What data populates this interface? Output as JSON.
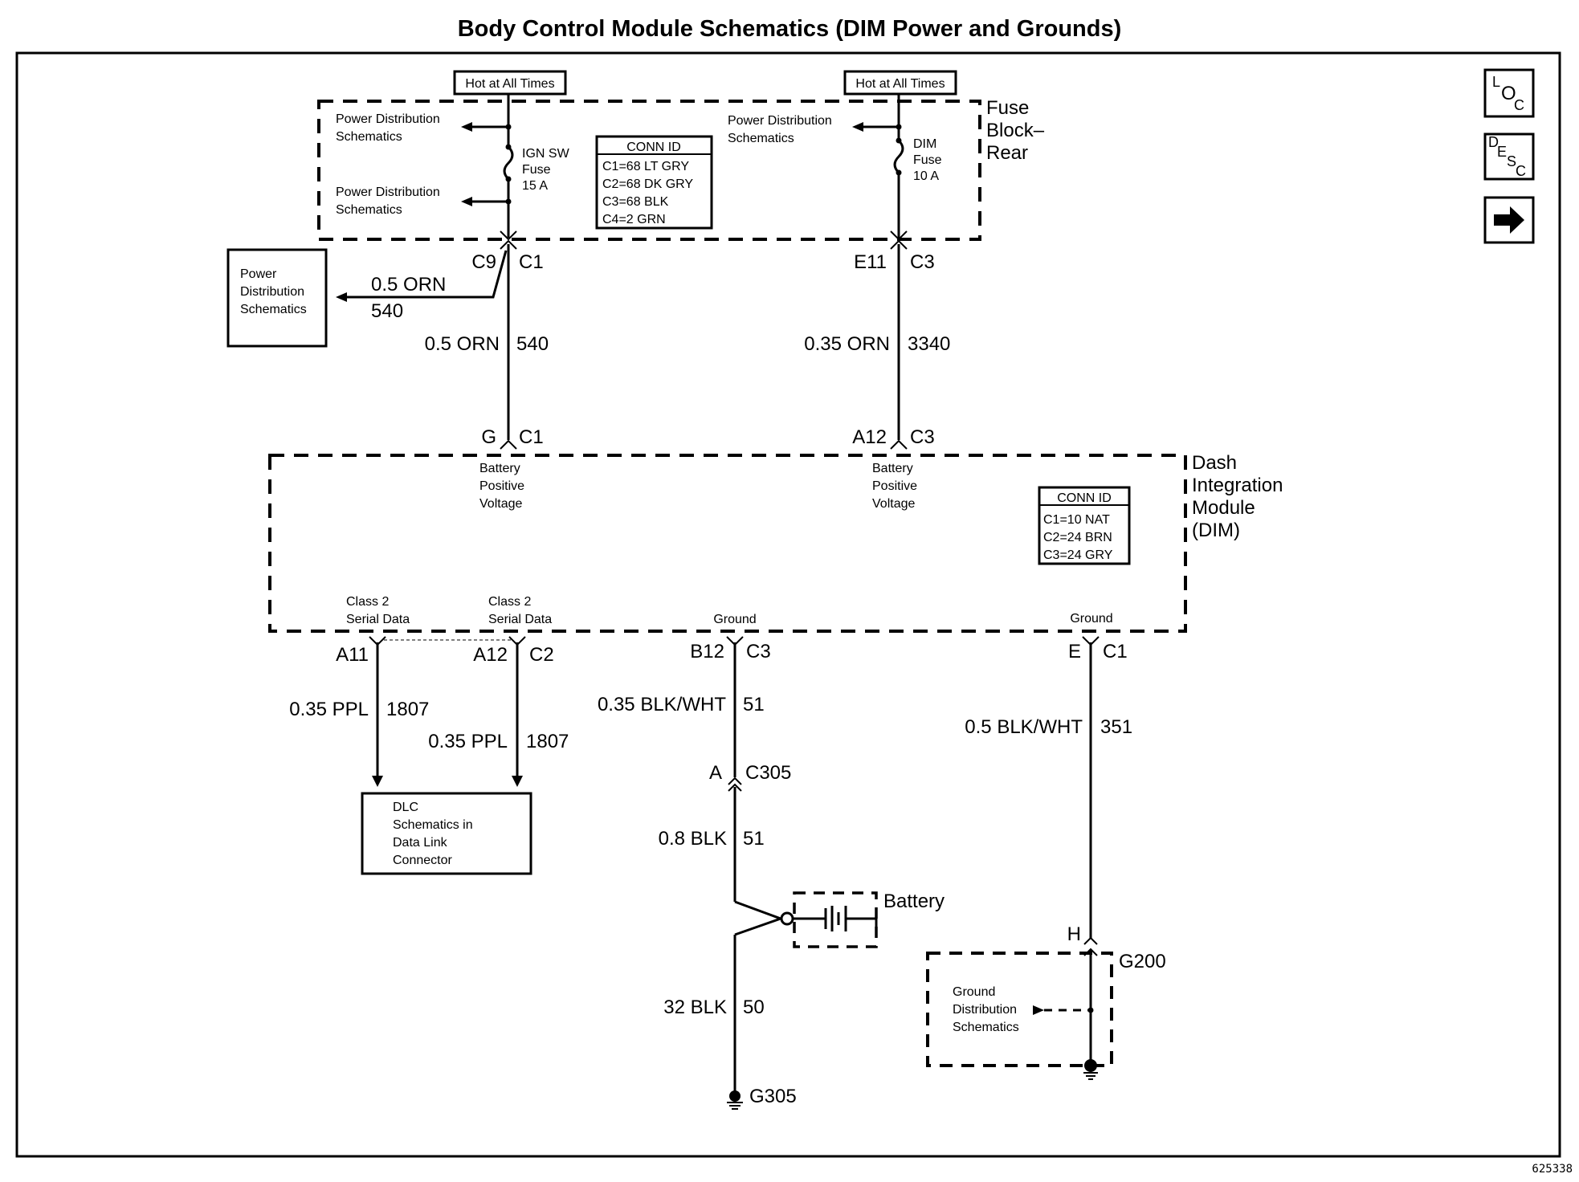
{
  "title": "Body Control Module Schematics (DIM Power and Grounds)",
  "figure_number": "625338",
  "nav_icons": [
    {
      "name": "loc-icon",
      "letters": [
        "L",
        "O",
        "C"
      ],
      "label": "LOC"
    },
    {
      "name": "desc-icon",
      "letters": [
        "D",
        "E",
        "S",
        "C"
      ],
      "label": "DESC"
    },
    {
      "name": "next-arrow-icon",
      "glyph": "➡",
      "label": "Next"
    }
  ],
  "fuse_block": {
    "name_lines": [
      "Fuse",
      "Block–",
      "Rear"
    ],
    "hot_left": "Hot at All Times",
    "hot_right": "Hot at All Times",
    "pd_top_left": [
      "Power Distribution",
      "Schematics"
    ],
    "pd_bottom_left": [
      "Power Distribution",
      "Schematics"
    ],
    "pd_right": [
      "Power Distribution",
      "Schematics"
    ],
    "fuse_left": [
      "IGN SW",
      "Fuse",
      "15 A"
    ],
    "fuse_right": [
      "DIM",
      "Fuse",
      "10 A"
    ],
    "conn_id": {
      "header": "CONN ID",
      "rows": [
        "C1=68 LT GRY",
        "C2=68 DK GRY",
        "C3=68 BLK",
        "C4=2 GRN"
      ]
    }
  },
  "left_circuit": {
    "top_pin": "C9",
    "top_conn": "C1",
    "branch_wire": "0.5 ORN",
    "branch_circuit": "540",
    "pd_box": [
      "Power",
      "Distribution",
      "Schematics"
    ],
    "wire": "0.5 ORN",
    "circuit": "540",
    "dim_pin": "G",
    "dim_conn": "C1",
    "dim_label": [
      "Battery",
      "Positive",
      "Voltage"
    ]
  },
  "right_circuit": {
    "top_pin": "E11",
    "top_conn": "C3",
    "wire": "0.35 ORN",
    "circuit": "3340",
    "dim_pin": "A12",
    "dim_conn": "C3",
    "dim_label": [
      "Battery",
      "Positive",
      "Voltage"
    ]
  },
  "dim": {
    "name_lines": [
      "Dash",
      "Integration",
      "Module",
      "(DIM)"
    ],
    "conn_id": {
      "header": "CONN ID",
      "rows": [
        "C1=10 NAT",
        "C2=24 BRN",
        "C3=24 GRY"
      ]
    },
    "serial_left_label": [
      "Class 2",
      "Serial Data"
    ],
    "serial_right_label": [
      "Class 2",
      "Serial Data"
    ],
    "ground_mid_label": "Ground",
    "ground_right_label": "Ground"
  },
  "serial_circuits": {
    "left_pin": "A11",
    "left_wire": "0.35 PPL",
    "left_circuit": "1807",
    "right_pin": "A12",
    "right_conn": "C2",
    "right_wire": "0.35 PPL",
    "right_circuit": "1807",
    "dlc_box": [
      "DLC",
      "Schematics in",
      "Data Link",
      "Connector"
    ]
  },
  "ground_mid": {
    "pin": "B12",
    "conn": "C3",
    "wire1": "0.35 BLK/WHT",
    "circuit1": "51",
    "inline_pin": "A",
    "inline_conn": "C305",
    "wire2": "0.8 BLK",
    "circuit2": "51",
    "battery_label": "Battery",
    "wire3": "32 BLK",
    "circuit3": "50",
    "ground": "G305"
  },
  "ground_right": {
    "pin": "E",
    "conn": "C1",
    "wire": "0.5 BLK/WHT",
    "circuit": "351",
    "inline_pin": "H",
    "ground": "G200",
    "gd_label": [
      "Ground",
      "Distribution",
      "Schematics"
    ]
  }
}
